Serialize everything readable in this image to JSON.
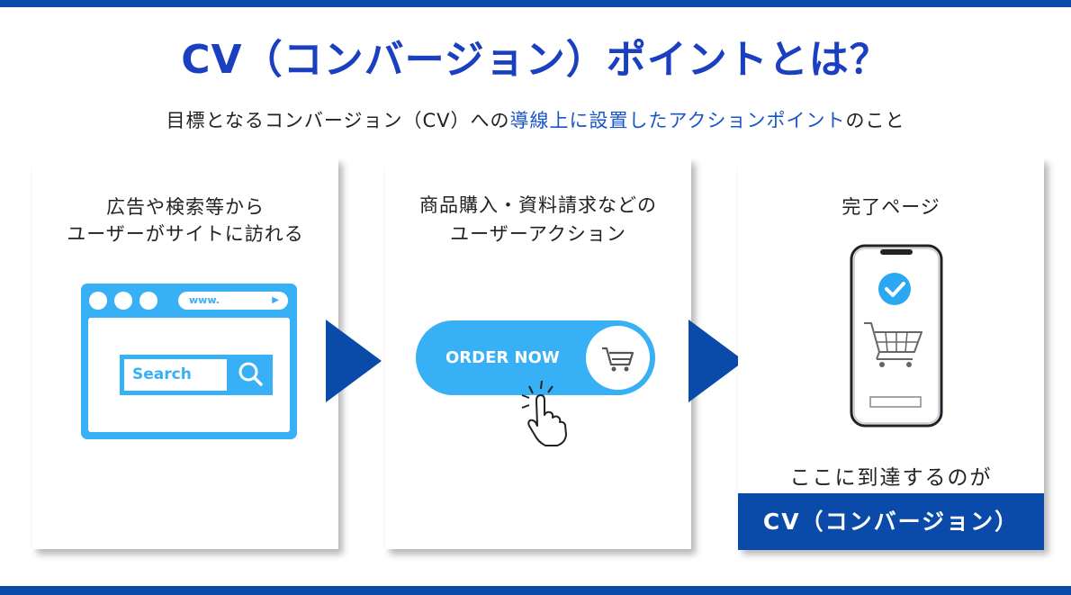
{
  "title": "CV（コンバージョン）ポイントとは？",
  "subtitle": {
    "before": "目標となるコンバージョン（CV）への",
    "highlight": "導線上に設置したアクションポイント",
    "after": "のこと"
  },
  "steps": [
    {
      "line1": "広告や検索等から",
      "line2": "ユーザーがサイトに訪れる",
      "url_text": "www.",
      "search_text": "Search",
      "icon": "browser-icon"
    },
    {
      "line1": "商品購入・資料請求などの",
      "line2": "ユーザーアクション",
      "button_text": "ORDER NOW",
      "icon": "cart-icon"
    },
    {
      "line1": "完了ページ",
      "reach_text": "ここに到達するのが",
      "cv_label": "CV（コンバージョン）",
      "icon": "smartphone-icon"
    }
  ],
  "colors": {
    "brand_blue": "#0a4aa8",
    "title_blue": "#1a3fc0",
    "highlight_blue": "#1a55c8",
    "illustration_blue": "#38b0f5"
  }
}
